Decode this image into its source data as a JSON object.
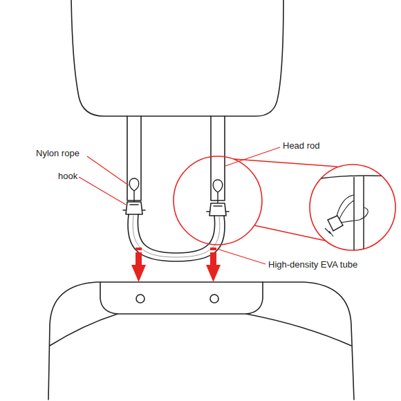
{
  "diagram": {
    "labels": [
      "Nylon rope",
      "hook",
      "Head rod",
      "High-density EVA tube"
    ]
  }
}
